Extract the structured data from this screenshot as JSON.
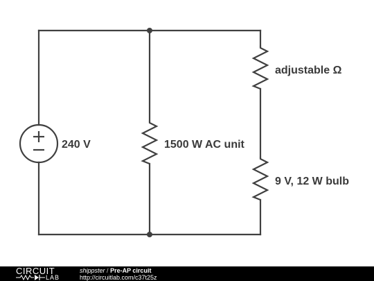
{
  "circuit": {
    "source_label": "240 V",
    "source_plus": "+",
    "source_minus": "−",
    "middle_label": "1500 W AC unit",
    "top_right_label": "adjustable Ω",
    "bottom_right_label": "9 V, 12 W bulb"
  },
  "footer": {
    "logo_top": "CIRCUIT",
    "logo_bottom": "LAB",
    "author": "shippster",
    "separator": "/",
    "title": "Pre-AP circuit",
    "url": "http://circuitlab.com/c37t25z"
  },
  "colors": {
    "wire": "#404040",
    "label": "#3a3a3a",
    "footer_bg": "#000000",
    "footer_text": "#ffffff"
  }
}
